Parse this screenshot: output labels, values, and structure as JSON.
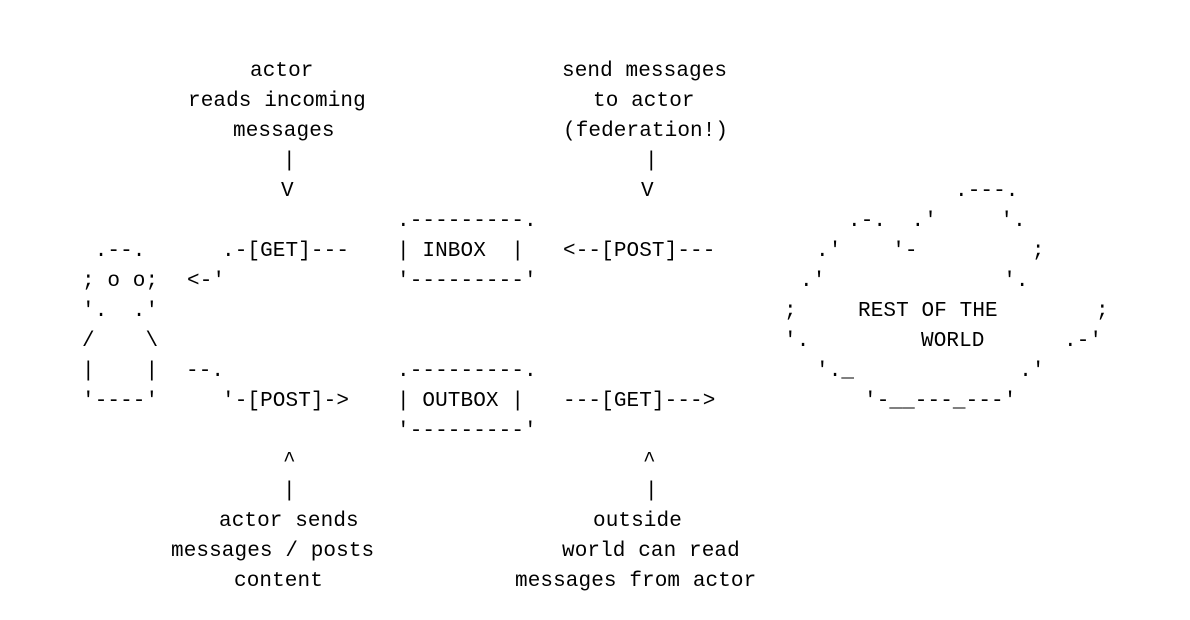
{
  "diagram": {
    "lines": [
      "                    actor                   send messages",
      "                reads incoming                to actor",
      "                   messages                 (federation!)",
      "                      |                           |",
      "                      v                           v",
      "                              .---------.                           .---.",
      "                                                               .-.  .'     '.",
      " .--.     .-[GET]---  | INBOX  | <--[POST]---          .'    '-         ;",
      "; o o; <-'                   '---------'                           .'              '.",
      "'.  .'                                                            ;    REST OF THE     ;",
      "/    \\                                                            '.      WORLD     .-'",
      "|    | --.                   .---------.                            '._             .'",
      "'----'   '-[POST]-> | OUTBOX | ---[GET]--->             '-__---_---'",
      "                              '---------'",
      "                      ^                           ^",
      "                      |                           |",
      "                 actor sends                    outside",
      "               messages / posts              world can read",
      "                   content                 messages from actor"
    ]
  }
}
